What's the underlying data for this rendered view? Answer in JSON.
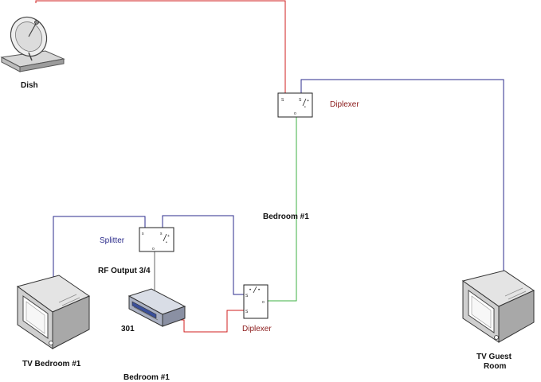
{
  "labels": {
    "dish": "Dish",
    "diplexer_top": "Diplexer",
    "diplexer_bottom": "Diplexer",
    "splitter": "Splitter",
    "bedroom_mid": "Bedroom #1",
    "rf_output": "RF Output 3/4",
    "receiver_model": "301",
    "tv_bedroom": "TV Bedroom #1",
    "bedroom_bottom": "Bedroom #1",
    "tv_guest_line1": "TV Guest",
    "tv_guest_line2": "Room"
  },
  "colors": {
    "red_wire": "#d11f1f",
    "blue_wire": "#2b2b8c",
    "green_wire": "#3cb043",
    "gray_wire": "#666666",
    "label_red": "#8b1a1a",
    "label_blue": "#2a2a8a"
  },
  "icons": {
    "dish": "satellite-dish-icon",
    "tv": "crt-monitor-icon",
    "receiver": "set-top-box-icon",
    "splitter": "splitter-box-icon",
    "diplexer": "diplexer-box-icon"
  }
}
